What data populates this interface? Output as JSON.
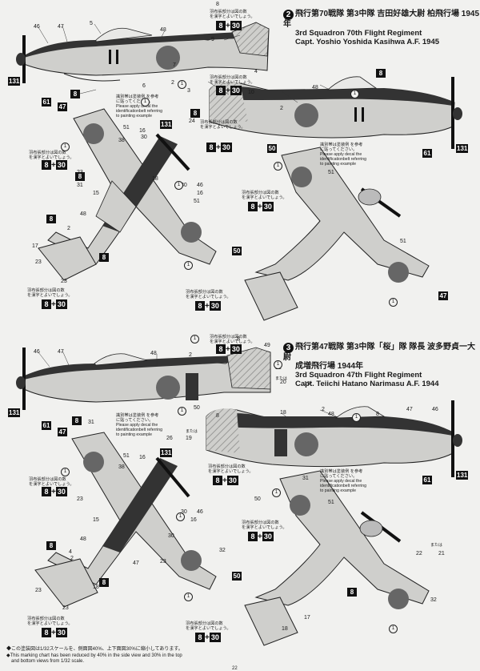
{
  "schemes": [
    {
      "number": "2",
      "title_jp": "飛行第70戦隊 第3中隊 吉田好雄大尉 柏飛行場 1945年",
      "title_en_line1": "3rd Squadron 70th Flight Regiment",
      "title_en_line2": "Capt. Yoshio  Yoshida Kasihwa A.F. 1945"
    },
    {
      "number": "3",
      "title_jp_line1": "飛行第47戦隊 第3中隊「桜」隊 隊長 波多野貞一大尉",
      "title_jp_line2": "成増飛行場 1944年",
      "title_en_line1": "3rd Squadron 47th Flight Regiment",
      "title_en_line2": "Capt. Teiichi Hatano Narimasu A.F. 1944"
    }
  ],
  "notes": {
    "belt_jp_1": "羽布張部分は図の数",
    "belt_jp_2": "を漢字とよいでしょう。",
    "id_jp": "識別帯は塗装例",
    "id_jp_ref": "を参考",
    "id_jp_2": "に貼ってください。",
    "id_en_1": "Please apply decal the identification",
    "id_en_2": "belt referring to painting example"
  },
  "decal_combo": {
    "a": "8",
    "plus": "+",
    "b": "30"
  },
  "or_text": "または",
  "footer": {
    "jp": "◆この塗装図は1/32スケールを、側面図40%、上下面図30%に縮小してあります。",
    "en_1": "◆This marking chart has been reduced by 40% in the side view and 30% in the top",
    "en_2": "and bottom views from 1/32 scale."
  },
  "page_number": "22",
  "colors": {
    "ink": "#1a1a1a",
    "paper": "#f1f1ef",
    "hinomaru": "#666666",
    "airframe": "#cfcfcc"
  }
}
